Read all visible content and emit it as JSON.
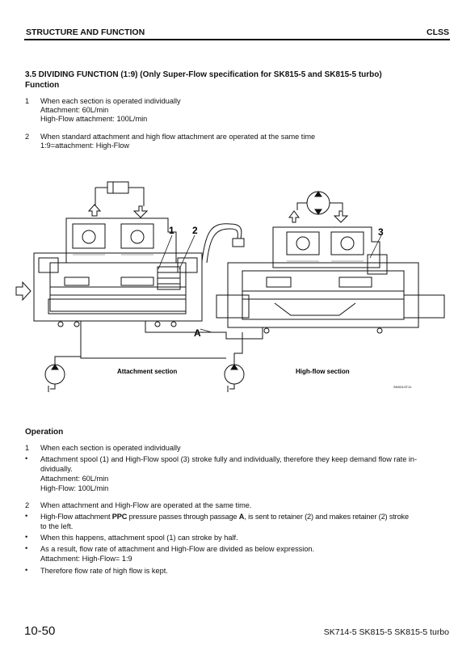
{
  "header": {
    "left": "STRUCTURE AND FUNCTION",
    "right": "CLSS"
  },
  "section": {
    "title_line1": "3.5 DIVIDING FUNCTION (1:9) (Only Super-Flow specification for SK815-5 and SK815-5 turbo)",
    "title_line2": "Function",
    "items": [
      {
        "num": "1",
        "lines": [
          "When each section is operated individually",
          "Attachment: 60L/min",
          "High-Flow attachment: 100L/min"
        ]
      },
      {
        "num": "2",
        "lines": [
          "When standard attachment and high flow attachment are operated at the same time",
          "1:9=attachment: High-Flow"
        ]
      }
    ]
  },
  "diagram": {
    "label_1": "1",
    "label_2": "2",
    "label_3": "3",
    "label_a": "A",
    "caption_left": "Attachment section",
    "caption_right": "High-flow section",
    "fig_code": "SK815-5T11"
  },
  "operation": {
    "title": "Operation",
    "item1_num": "1",
    "item1_text": "When each section is operated individually",
    "b1_line1": "Attachment spool (1) and High-Flow spool (3) stroke fully and individually, therefore they keep demand flow rate in-",
    "b1_line2": "dividually.",
    "b1_line3": "Attachment: 60L/min",
    "b1_line4": "High-Flow: 100L/min",
    "item2_num": "2",
    "item2_text": "When attachment and High-Flow are operated at the same time.",
    "b2_pre": "High-Flow attachment ",
    "b2_bold": "PPC",
    "b2_mid": " pressure passes through passage ",
    "b2_bold2": "A",
    "b2_post": ", is sent to retainer (2) and makes retainer (2) stroke",
    "b2_line2": "to the left.",
    "b3": "When this happens, attachment spool (1) can stroke by half.",
    "b4_line1": "As a result, flow rate of attachment and High-Flow are divided as below expression.",
    "b4_line2": "Attachment: High-Flow= 1:9",
    "b5": "Therefore flow rate of high flow is kept.",
    "bullet": "•"
  },
  "footer": {
    "page": "10-50",
    "models": "SK714-5  SK815-5  SK815-5 turbo"
  }
}
